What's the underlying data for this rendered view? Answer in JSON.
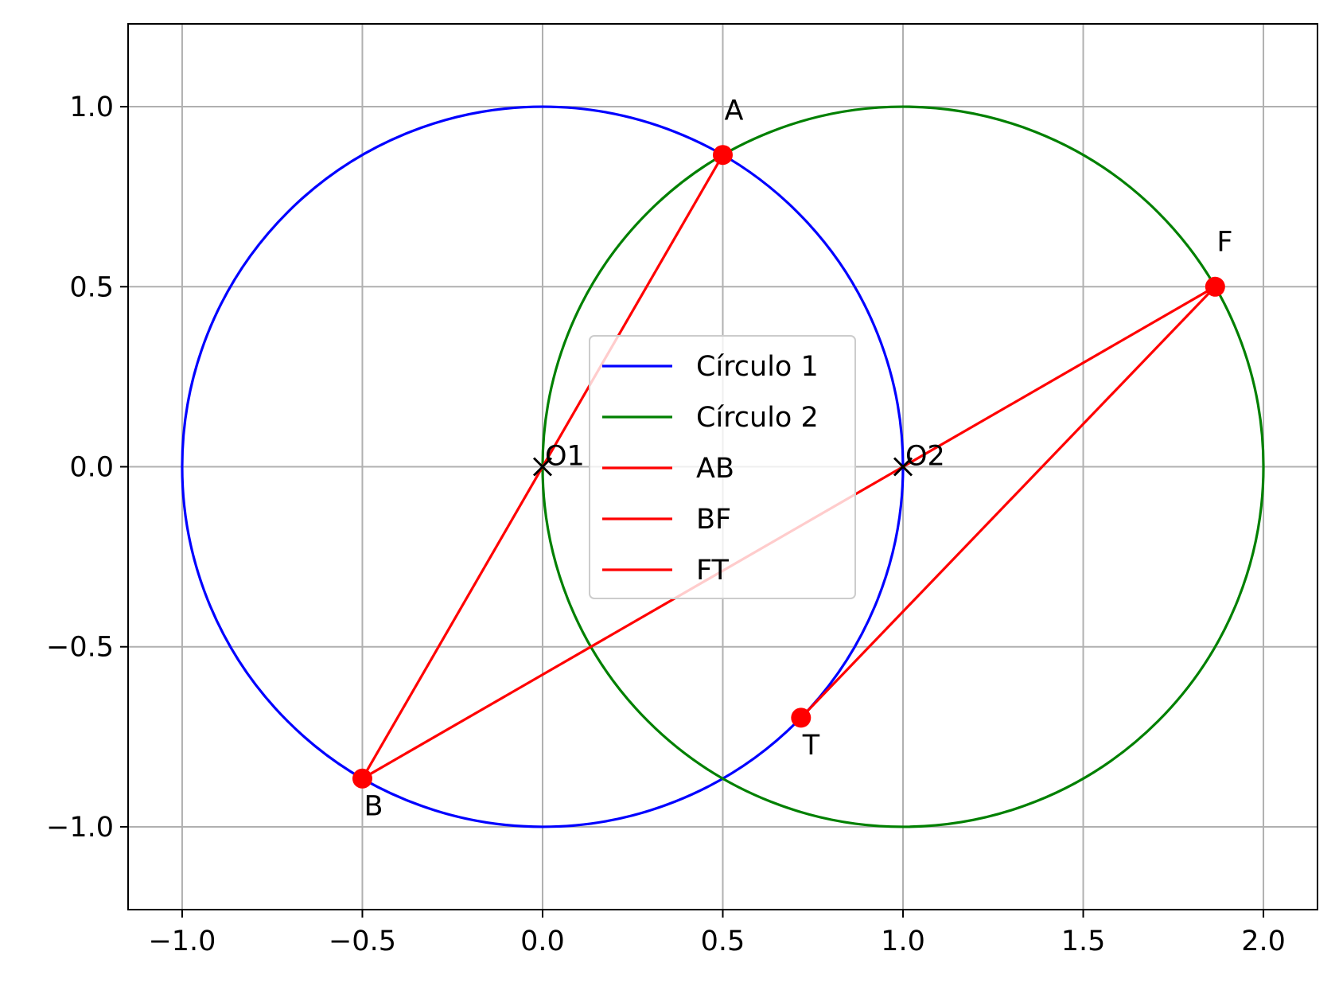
{
  "chart_data": {
    "type": "line",
    "title": "",
    "xlabel": "",
    "ylabel": "",
    "xlim": [
      -1.15,
      2.15
    ],
    "ylim": [
      -1.23,
      1.23
    ],
    "x_ticks": [
      -1.0,
      -0.5,
      0.0,
      0.5,
      1.0,
      1.5,
      2.0
    ],
    "y_ticks": [
      -1.0,
      -0.5,
      0.0,
      0.5,
      1.0
    ],
    "x_tick_labels": [
      "−1.0",
      "−0.5",
      "0.0",
      "0.5",
      "1.0",
      "1.5",
      "2.0"
    ],
    "y_tick_labels": [
      "−1.0",
      "−0.5",
      "0.0",
      "0.5",
      "1.0"
    ],
    "grid": true,
    "legend_placement": "center",
    "series": [
      {
        "name": "Círculo 1",
        "kind": "circle",
        "center": [
          0,
          0
        ],
        "radius": 1,
        "color": "#0000ff"
      },
      {
        "name": "Círculo 2",
        "kind": "circle",
        "center": [
          1,
          0
        ],
        "radius": 1,
        "color": "#008000"
      },
      {
        "name": "AB",
        "kind": "segment",
        "points": [
          [
            0.5,
            0.866
          ],
          [
            -0.5,
            -0.866
          ]
        ],
        "color": "#ff0000"
      },
      {
        "name": "BF",
        "kind": "segment",
        "points": [
          [
            -0.5,
            -0.866
          ],
          [
            1.866,
            0.5
          ]
        ],
        "color": "#ff0000"
      },
      {
        "name": "FT",
        "kind": "segment",
        "points": [
          [
            1.866,
            0.5
          ],
          [
            0.717,
            -0.697
          ]
        ],
        "color": "#ff0000"
      }
    ],
    "points": [
      {
        "label": "A",
        "x": 0.5,
        "y": 0.866
      },
      {
        "label": "B",
        "x": -0.5,
        "y": -0.866
      },
      {
        "label": "F",
        "x": 1.866,
        "y": 0.5
      },
      {
        "label": "T",
        "x": 0.717,
        "y": -0.697
      }
    ],
    "centers": [
      {
        "label": "O1",
        "x": 0,
        "y": 0
      },
      {
        "label": "O2",
        "x": 1,
        "y": 0
      }
    ],
    "colors": {
      "point": "#ff0000",
      "center_marker": "#000000",
      "grid": "#b0b0b0",
      "axes": "#000000"
    }
  }
}
